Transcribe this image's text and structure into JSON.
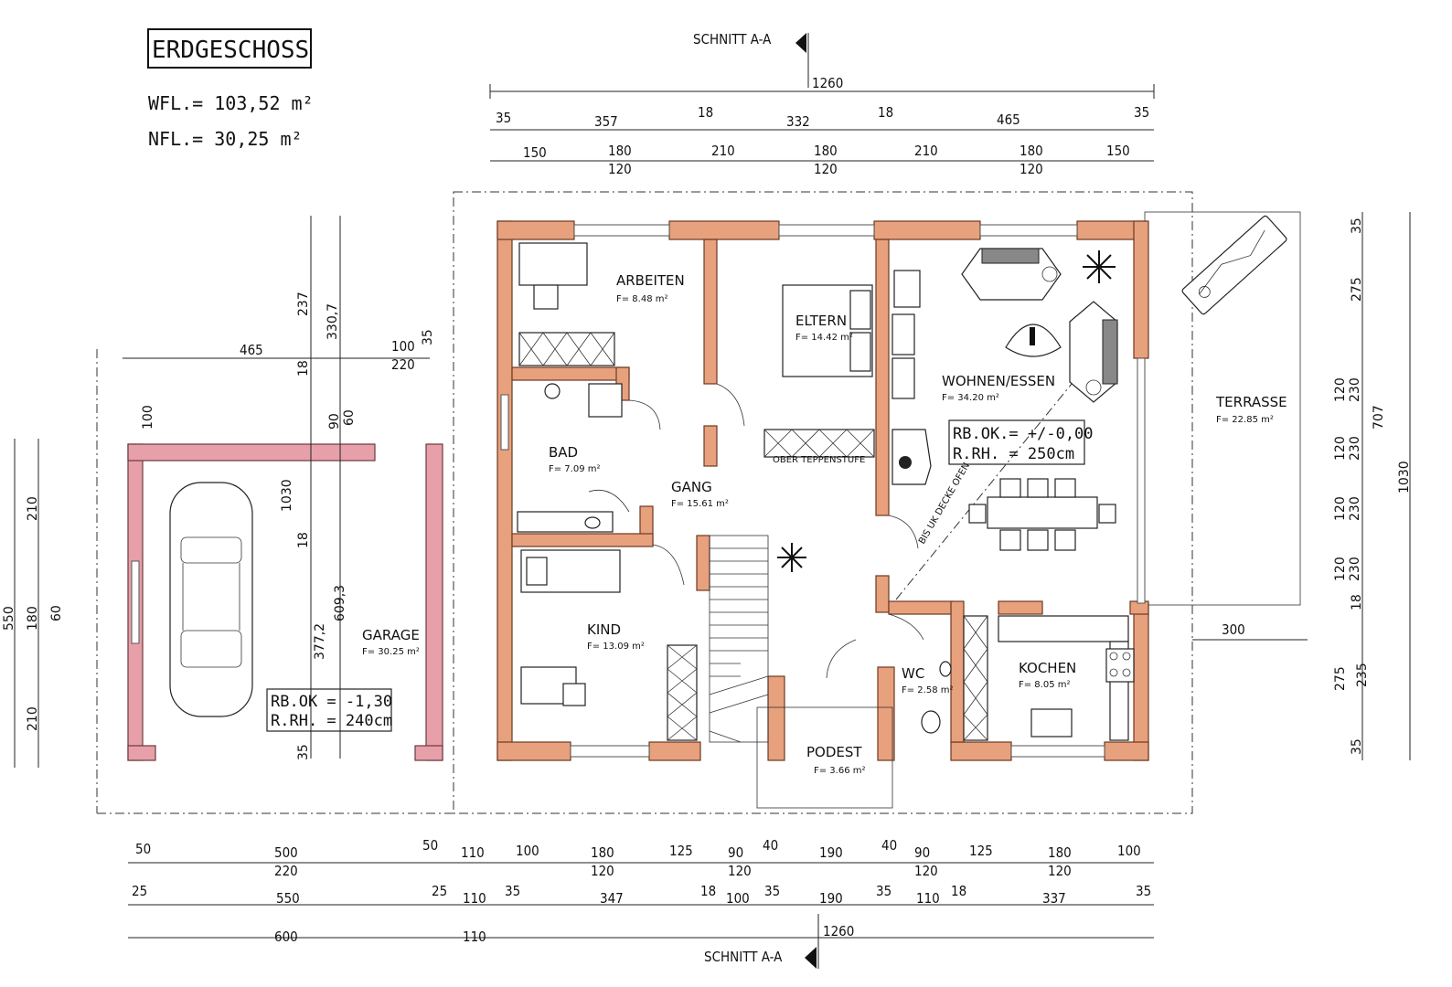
{
  "header": {
    "title": "ERDGESCHOSS",
    "wfl": "WFL.= 103,52 m²",
    "nfl": "NFL.= 30,25 m²"
  },
  "section": {
    "top": "SCHNITT A-A",
    "bottom": "SCHNITT A-A"
  },
  "rooms": {
    "arbeiten": {
      "name": "ARBEITEN",
      "area": "F= 8.48 m²"
    },
    "eltern": {
      "name": "ELTERN",
      "area": "F= 14.42 m²"
    },
    "wohnen": {
      "name": "WOHNEN/ESSEN",
      "area": "F= 34.20 m²"
    },
    "bad": {
      "name": "BAD",
      "area": "F= 7.09 m²"
    },
    "gang": {
      "name": "GANG",
      "area": "F= 15.61 m²"
    },
    "kind": {
      "name": "KIND",
      "area": "F= 13.09 m²"
    },
    "wc": {
      "name": "WC",
      "area": "F= 2.58 m²"
    },
    "kochen": {
      "name": "KOCHEN",
      "area": "F= 8.05 m²"
    },
    "podest": {
      "name": "PODEST",
      "area": "F= 3.66 m²"
    },
    "terrasse": {
      "name": "TERRASSE",
      "area": "F= 22.85 m²"
    },
    "garage": {
      "name": "GARAGE",
      "area": "F= 30.25 m²"
    }
  },
  "notes": {
    "rb_house_1": "RB.OK.= +/-0,00",
    "rb_house_2": "R.RH.  = 250cm",
    "rb_garage_1": "RB.OK  = -1,30",
    "rb_garage_2": "R.RH.  = 240cm",
    "stair_label": "OBER TEPPENSTUFE",
    "diag_label": "BIS UK DECKE OFEN"
  },
  "dims": {
    "top_total": "1260",
    "top_row1": [
      "35",
      "357",
      "18",
      "332",
      "18",
      "465",
      "35"
    ],
    "top_row2a": [
      "150",
      "180",
      "210",
      "180",
      "210",
      "180",
      "150"
    ],
    "top_row2b": [
      "120",
      "120",
      "120"
    ],
    "bot_row1": [
      "50",
      "500",
      "50",
      "110",
      "100",
      "180",
      "125",
      "90",
      "40",
      "190",
      "40",
      "90",
      "125",
      "180",
      "100"
    ],
    "bot_row1b": [
      "220",
      "120",
      "120",
      "120",
      "120"
    ],
    "bot_row2": [
      "25",
      "550",
      "25",
      "110",
      "35",
      "347",
      "18",
      "100",
      "35",
      "190",
      "35",
      "110",
      "18",
      "337",
      "35"
    ],
    "bot_row3": [
      "600",
      "110",
      "1260"
    ],
    "garage_left": [
      "465",
      "100",
      "220",
      "35",
      "237",
      "330,7",
      "18",
      "100",
      "90",
      "60",
      "1030",
      "18",
      "609,3",
      "377,2",
      "35"
    ],
    "far_left": [
      "210",
      "550",
      "180",
      "60",
      "210"
    ],
    "right": [
      "35",
      "275",
      "120",
      "230",
      "707",
      "120",
      "230",
      "1030",
      "120",
      "230",
      "120",
      "230",
      "18",
      "275",
      "235",
      "35",
      "300"
    ]
  }
}
